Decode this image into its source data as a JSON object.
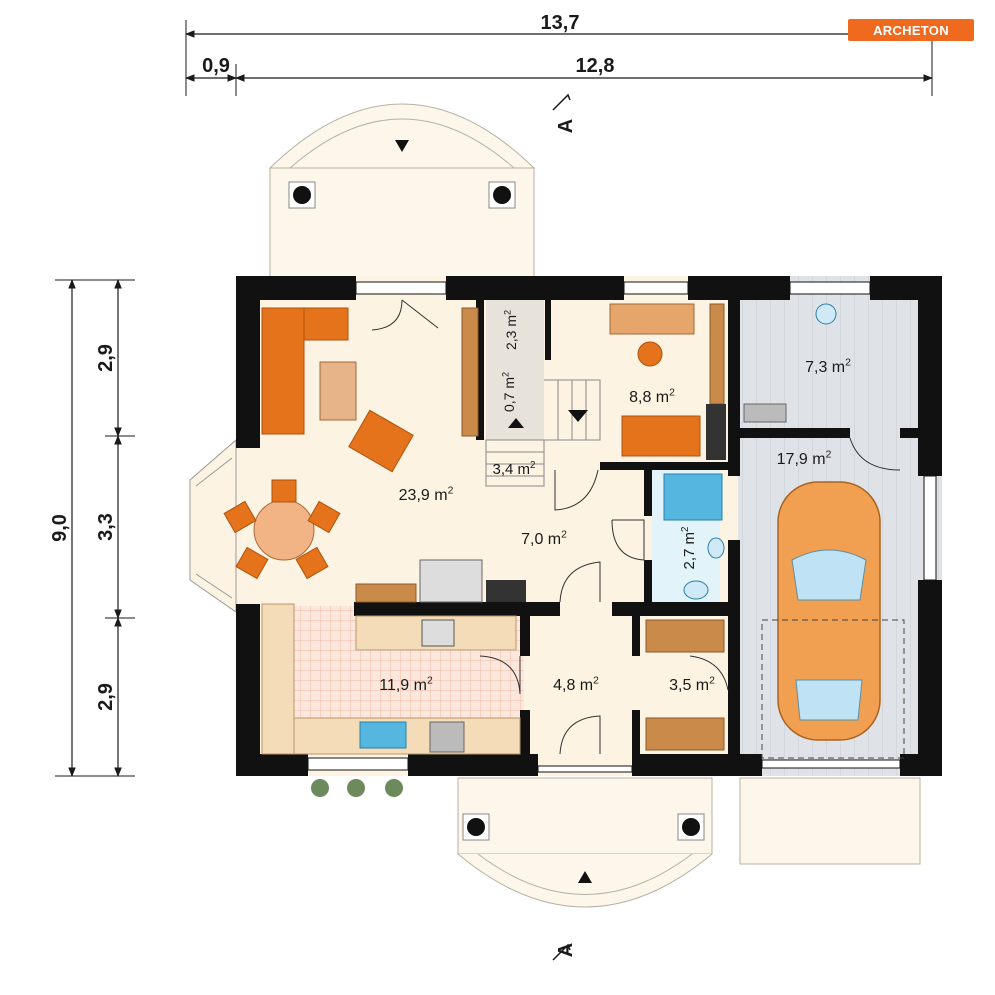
{
  "brand": {
    "logo_text": "ARCHETON"
  },
  "dimensions": {
    "overall_width": "13,7",
    "left_offset": "0,9",
    "main_width": "12,8",
    "total_depth": "9,0",
    "depth_top": "2,9",
    "depth_mid": "3,3",
    "depth_bottom": "2,9"
  },
  "section_marker": {
    "label": "A"
  },
  "rooms": [
    {
      "id": "living",
      "base": "23,9 m",
      "sup": "2"
    },
    {
      "id": "hall",
      "base": "7,0 m",
      "sup": "2"
    },
    {
      "id": "kitchen",
      "base": "11,9 m",
      "sup": "2"
    },
    {
      "id": "vestibule",
      "base": "4,8 m",
      "sup": "2"
    },
    {
      "id": "closet",
      "base": "3,5 m",
      "sup": "2"
    },
    {
      "id": "study",
      "base": "8,8 m",
      "sup": "2"
    },
    {
      "id": "stairs",
      "base": "3,4 m",
      "sup": "2"
    },
    {
      "id": "storage-small",
      "base": "0,7 m",
      "sup": "2"
    },
    {
      "id": "storage-mid",
      "base": "2,3 m",
      "sup": "2"
    },
    {
      "id": "bathroom",
      "base": "2,7 m",
      "sup": "2"
    },
    {
      "id": "boiler",
      "base": "7,3 m",
      "sup": "2"
    },
    {
      "id": "garage",
      "base": "17,9 m",
      "sup": "2"
    }
  ],
  "colors": {
    "wall": "#111111",
    "floor": "#fdf3e2",
    "garage_floor": "#dde1e6",
    "furniture": "#e4731c",
    "wood": "#c98a4a",
    "car": "#f0a050",
    "tile": "#f3c6b2",
    "water": "#55b7e0",
    "accent": "#ef6a1f"
  }
}
